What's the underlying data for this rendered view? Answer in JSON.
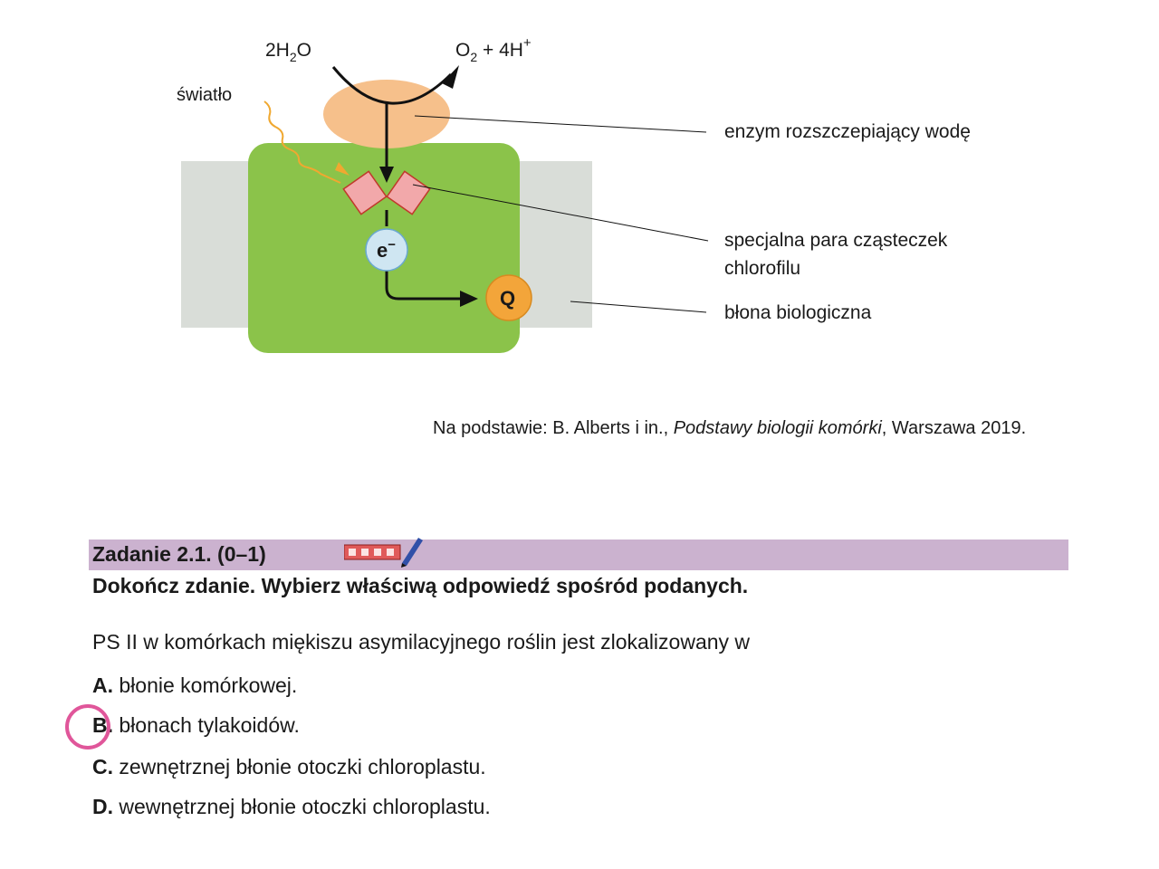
{
  "diagram": {
    "label_water": "2H",
    "label_water_sub": "2",
    "label_water_o": "O",
    "label_oxygen": "O",
    "label_oxygen_sub": "2",
    "label_oxygen_rest": " + 4H",
    "label_oxygen_sup": "+",
    "label_light": "światło",
    "label_electron": "e",
    "label_electron_sup": "−",
    "label_q": "Q",
    "callout_enzyme": "enzym rozszczepiający wodę",
    "callout_pair_line1": "specjalna para cząsteczek",
    "callout_pair_line2": "chlorofilu",
    "callout_membrane": "błona biologiczna",
    "colors": {
      "protein": "#8bc34a",
      "membrane": "#d9ddd8",
      "enzyme": "#f6c08b",
      "chlorophyll": "#f2a8aa",
      "electron": "#cfe6f2",
      "quinone": "#f3a53a",
      "light": "#f0a830"
    }
  },
  "source": {
    "prefix": "Na podstawie: B. Alberts i in., ",
    "title": "Podstawy biologii komórki",
    "suffix": ", Warszawa 2019."
  },
  "task": {
    "title": "Zadanie 2.1. (0–1)",
    "instruction": "Dokończ zdanie. Wybierz właściwą odpowiedź spośród podanych.",
    "question": "PS II w komórkach miękiszu asymilacyjnego roślin jest zlokalizowany w",
    "bar_color": "#cbb2cf",
    "options": [
      {
        "letter": "A.",
        "text": " błonie komórkowej."
      },
      {
        "letter": "B.",
        "text": " błonach tylakoidów."
      },
      {
        "letter": "C.",
        "text": " zewnętrznej błonie otoczki chloroplastu."
      },
      {
        "letter": "D.",
        "text": " wewnętrznej błonie otoczki chloroplastu."
      }
    ],
    "marked_answer": "B"
  }
}
